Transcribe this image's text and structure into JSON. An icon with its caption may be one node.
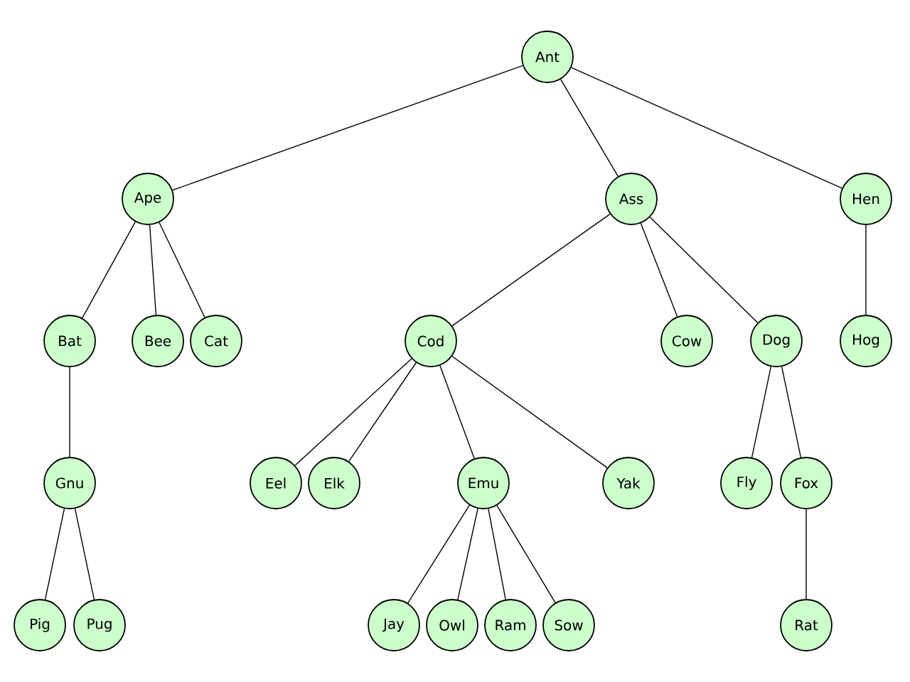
{
  "diagram": {
    "nodes": [
      {
        "text": [
          "Ant"
        ]
      },
      {
        "text": [
          "Ape"
        ]
      },
      {
        "text": [
          "Ass"
        ]
      },
      {
        "text": [
          "Hen"
        ]
      },
      {
        "text": [
          "Bat"
        ]
      },
      {
        "text": [
          "Bee"
        ]
      },
      {
        "text": [
          "Cat"
        ]
      },
      {
        "text": [
          "Cod"
        ]
      },
      {
        "text": [
          "Cow"
        ]
      },
      {
        "text": [
          "Dog"
        ]
      },
      {
        "text": [
          "Hog"
        ]
      },
      {
        "text": [
          "Gnu"
        ]
      },
      {
        "text": [
          "Eel"
        ]
      },
      {
        "text": [
          "Elk"
        ]
      },
      {
        "text": [
          "Emu"
        ]
      },
      {
        "text": [
          "Yak"
        ]
      },
      {
        "text": [
          "Fly"
        ]
      },
      {
        "text": [
          "Fox"
        ]
      },
      {
        "text": [
          "Pig"
        ]
      },
      {
        "text": [
          "Pug"
        ]
      },
      {
        "text": [
          "Jay"
        ]
      },
      {
        "text": [
          "Owl"
        ]
      },
      {
        "text": [
          "Ram"
        ]
      },
      {
        "text": [
          "Sow"
        ]
      },
      {
        "text": [
          "Rat"
        ]
      }
    ],
    "edges": [
      {
        "from": 0,
        "to": 1,
        "arrow": "none"
      },
      {
        "from": 0,
        "to": 2,
        "arrow": "none"
      },
      {
        "from": 0,
        "to": 3,
        "arrow": "none"
      },
      {
        "from": 1,
        "to": 4,
        "arrow": "none"
      },
      {
        "from": 1,
        "to": 5,
        "arrow": "none"
      },
      {
        "from": 1,
        "to": 6,
        "arrow": "none"
      },
      {
        "from": 2,
        "to": 7,
        "arrow": "none"
      },
      {
        "from": 2,
        "to": 8,
        "arrow": "none"
      },
      {
        "from": 2,
        "to": 9,
        "arrow": "none"
      },
      {
        "from": 3,
        "to": 10,
        "arrow": "none"
      },
      {
        "from": 4,
        "to": 11,
        "arrow": "none"
      },
      {
        "from": 7,
        "to": 12,
        "arrow": "none"
      },
      {
        "from": 7,
        "to": 13,
        "arrow": "none"
      },
      {
        "from": 7,
        "to": 14,
        "arrow": "none"
      },
      {
        "from": 7,
        "to": 15,
        "arrow": "none"
      },
      {
        "from": 9,
        "to": 16,
        "arrow": "none"
      },
      {
        "from": 9,
        "to": 17,
        "arrow": "none"
      },
      {
        "from": 11,
        "to": 18,
        "arrow": "none"
      },
      {
        "from": 11,
        "to": 19,
        "arrow": "none"
      },
      {
        "from": 14,
        "to": 20,
        "arrow": "none"
      },
      {
        "from": 14,
        "to": 21,
        "arrow": "none"
      },
      {
        "from": 14,
        "to": 22,
        "arrow": "none"
      },
      {
        "from": 14,
        "to": 23,
        "arrow": "none"
      },
      {
        "from": 17,
        "to": 24,
        "arrow": "none"
      }
    ]
  }
}
